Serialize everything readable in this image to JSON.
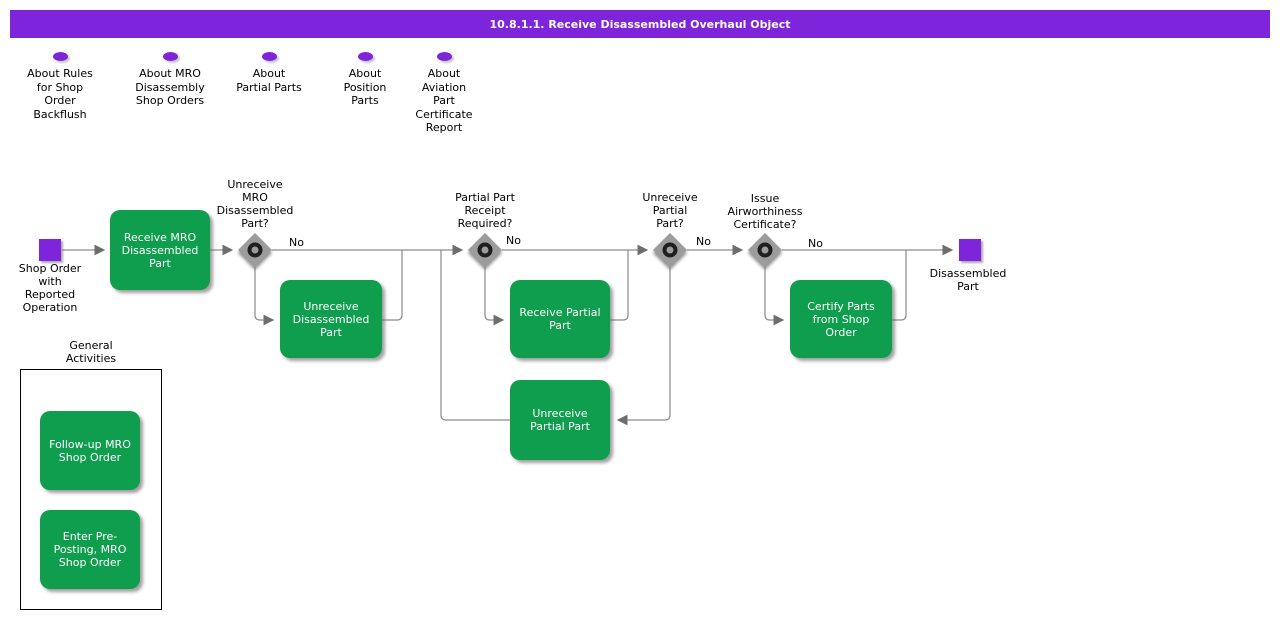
{
  "header": {
    "title": "10.8.1.1. Receive Disassembled Overhaul Object"
  },
  "colors": {
    "purple": "#7E24DB",
    "green": "#0F9D4E",
    "line": "#8a8a8a",
    "diamond": "#9c9c9c"
  },
  "notes": [
    {
      "label": "About Rules\nfor Shop\nOrder\nBackflush"
    },
    {
      "label": "About MRO\nDisassembly\nShop Orders"
    },
    {
      "label": "About\nPartial Parts"
    },
    {
      "label": "About\nPosition\nParts"
    },
    {
      "label": "About\nAviation\nPart\nCertificate\nReport"
    }
  ],
  "flow": {
    "start": {
      "label": "Shop Order\nwith\nReported\nOperation"
    },
    "end": {
      "label": "Disassembled\nPart"
    },
    "tasks": [
      {
        "label": "Receive MRO\nDisassembled\nPart"
      },
      {
        "label": "Unreceive\nDisassembled\nPart"
      },
      {
        "label": "Receive Partial\nPart"
      },
      {
        "label": "Unreceive\nPartial Part"
      },
      {
        "label": "Certify Parts\nfrom Shop\nOrder"
      }
    ],
    "decisions": [
      {
        "label": "Unreceive\nMRO\nDisassembled\nPart?",
        "branch": "No"
      },
      {
        "label": "Partial Part\nReceipt\nRequired?",
        "branch": "No"
      },
      {
        "label": "Unreceive\nPartial\nPart?",
        "branch": "No"
      },
      {
        "label": "Issue\nAirworthiness\nCertificate?",
        "branch": "No"
      }
    ]
  },
  "general": {
    "title": "General\nActivities",
    "tasks": [
      {
        "label": "Follow-up MRO\nShop Order"
      },
      {
        "label": "Enter Pre-\nPosting, MRO\nShop Order"
      }
    ]
  }
}
